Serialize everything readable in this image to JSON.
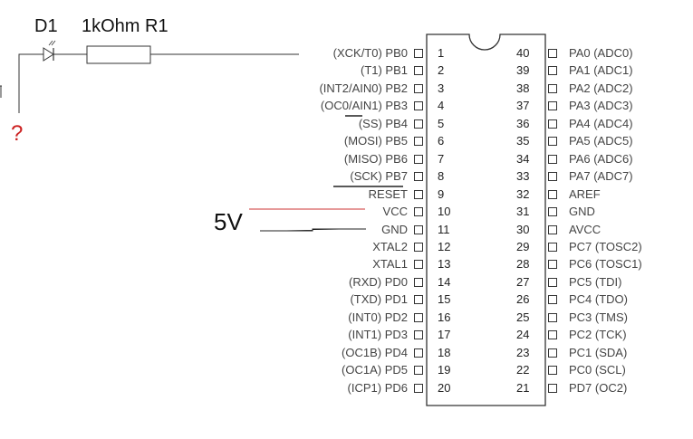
{
  "circuit": {
    "diode_label": "D1",
    "resistor_label": "1kOhm R1",
    "question_mark": "?",
    "supply_label": "5V"
  },
  "ic": {
    "left_pins": [
      {
        "num": "1",
        "label": "(XCK/T0)  PB0"
      },
      {
        "num": "2",
        "label": "(T1)  PB1"
      },
      {
        "num": "3",
        "label": "(INT2/AIN0)  PB2"
      },
      {
        "num": "4",
        "label": "(OC0/AIN1)  PB3"
      },
      {
        "num": "5",
        "label": "(SS)  PB4"
      },
      {
        "num": "6",
        "label": "(MOSI)  PB5"
      },
      {
        "num": "7",
        "label": "(MISO)  PB6"
      },
      {
        "num": "8",
        "label": "(SCK)  PB7"
      },
      {
        "num": "9",
        "label": "RESET"
      },
      {
        "num": "10",
        "label": "VCC"
      },
      {
        "num": "11",
        "label": "GND"
      },
      {
        "num": "12",
        "label": "XTAL2"
      },
      {
        "num": "13",
        "label": "XTAL1"
      },
      {
        "num": "14",
        "label": "(RXD)  PD0"
      },
      {
        "num": "15",
        "label": "(TXD)  PD1"
      },
      {
        "num": "16",
        "label": "(INT0)  PD2"
      },
      {
        "num": "17",
        "label": "(INT1)  PD3"
      },
      {
        "num": "18",
        "label": "(OC1B)  PD4"
      },
      {
        "num": "19",
        "label": "(OC1A)  PD5"
      },
      {
        "num": "20",
        "label": "(ICP1)  PD6"
      }
    ],
    "right_pins": [
      {
        "num": "40",
        "label": "PA0  (ADC0)"
      },
      {
        "num": "39",
        "label": "PA1  (ADC1)"
      },
      {
        "num": "38",
        "label": "PA2  (ADC2)"
      },
      {
        "num": "37",
        "label": "PA3  (ADC3)"
      },
      {
        "num": "36",
        "label": "PA4  (ADC4)"
      },
      {
        "num": "35",
        "label": "PA5  (ADC5)"
      },
      {
        "num": "34",
        "label": "PA6  (ADC6)"
      },
      {
        "num": "33",
        "label": "PA7  (ADC7)"
      },
      {
        "num": "32",
        "label": "AREF"
      },
      {
        "num": "31",
        "label": "GND"
      },
      {
        "num": "30",
        "label": "AVCC"
      },
      {
        "num": "29",
        "label": "PC7  (TOSC2)"
      },
      {
        "num": "28",
        "label": "PC6  (TOSC1)"
      },
      {
        "num": "27",
        "label": "PC5  (TDI)"
      },
      {
        "num": "26",
        "label": "PC4  (TDO)"
      },
      {
        "num": "25",
        "label": "PC3  (TMS)"
      },
      {
        "num": "24",
        "label": "PC2  (TCK)"
      },
      {
        "num": "23",
        "label": "PC1  (SDA)"
      },
      {
        "num": "22",
        "label": "PC0  (SCL)"
      },
      {
        "num": "21",
        "label": "PD7  (OC2)"
      }
    ]
  },
  "colors": {
    "supply_wire": "#cc3333",
    "ground_wire": "#222222",
    "question": "#cc2222"
  }
}
